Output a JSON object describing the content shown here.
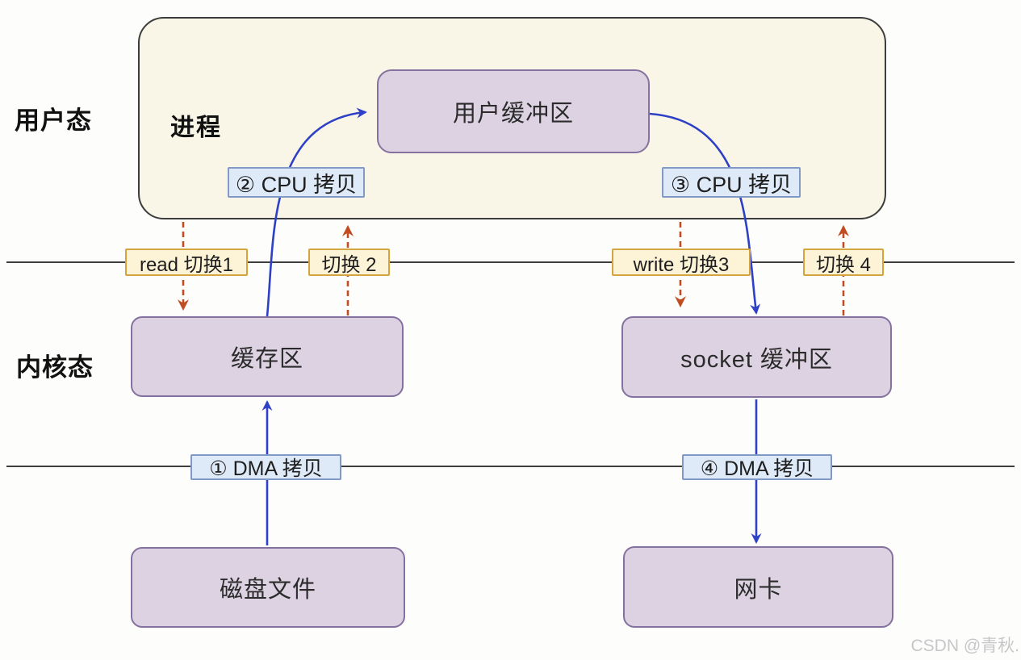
{
  "regions": {
    "user_mode": "用户态",
    "kernel_mode": "内核态",
    "process": "进程"
  },
  "nodes": {
    "user_buffer": "用户缓冲区",
    "kernel_buffer": "缓存区",
    "socket_buffer": "socket 缓冲区",
    "disk_file": "磁盘文件",
    "nic": "网卡"
  },
  "copy_steps": {
    "dma_copy_1": "① DMA 拷贝",
    "cpu_copy_2": "② CPU 拷贝",
    "cpu_copy_3": "③ CPU 拷贝",
    "dma_copy_4": "④ DMA 拷贝"
  },
  "context_switches": {
    "read_switch_1": "read 切换1",
    "switch_2": "切换 2",
    "write_switch_3": "write 切换3",
    "switch_4": "切换 4"
  },
  "watermark": "CSDN @青秋.",
  "colors": {
    "process_fill": "#faf6e7",
    "process_border": "#3d3d3d",
    "node_fill": "#dcd2e2",
    "node_border": "#85719f",
    "switch_label_fill": "#fdf3d7",
    "switch_label_border": "#d3a440",
    "copy_label_fill": "#dfeaf8",
    "copy_label_border": "#8099c6",
    "copy_arrow": "#2e41c6",
    "switch_arrow": "#c14c22",
    "boundary_line": "#3f3f3f"
  }
}
